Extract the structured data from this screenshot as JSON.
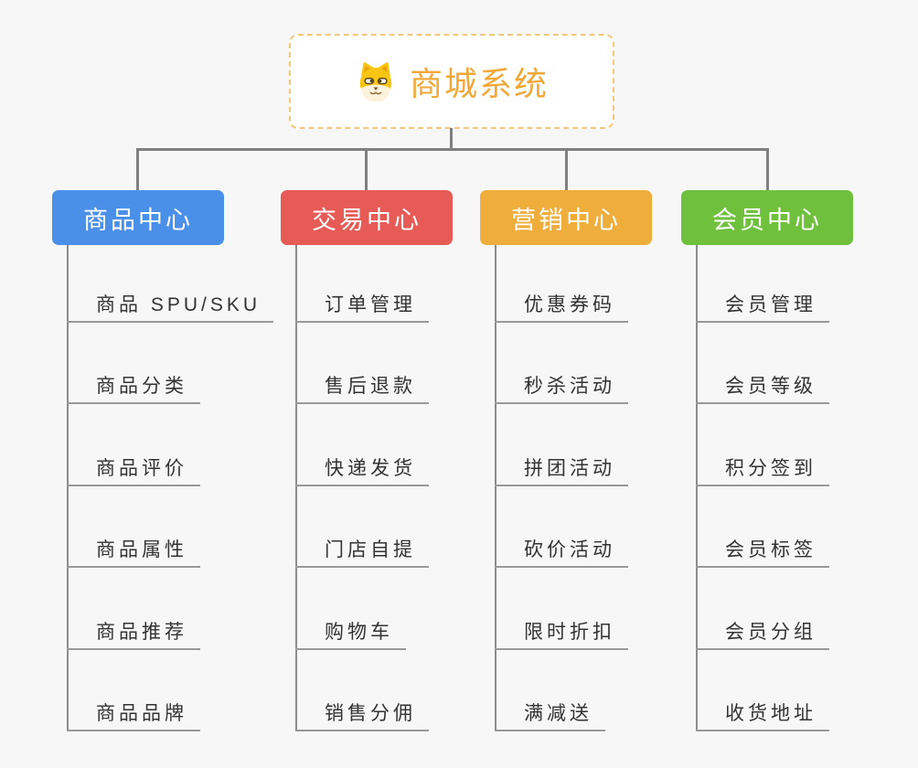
{
  "root": {
    "title": "商城系统",
    "icon": "dog-face-icon"
  },
  "branches": [
    {
      "label": "商品中心",
      "color": "#4A90E8",
      "items": [
        "商品 SPU/SKU",
        "商品分类",
        "商品评价",
        "商品属性",
        "商品推荐",
        "商品品牌"
      ]
    },
    {
      "label": "交易中心",
      "color": "#E75B56",
      "items": [
        "订单管理",
        "售后退款",
        "快递发货",
        "门店自提",
        "购物车",
        "销售分佣"
      ]
    },
    {
      "label": "营销中心",
      "color": "#EFAD3C",
      "items": [
        "优惠券码",
        "秒杀活动",
        "拼团活动",
        "砍价活动",
        "限时折扣",
        "满减送"
      ]
    },
    {
      "label": "会员中心",
      "color": "#6FC13D",
      "items": [
        "会员管理",
        "会员等级",
        "积分签到",
        "会员标签",
        "会员分组",
        "收货地址"
      ]
    }
  ],
  "colors": {
    "background": "#F7F7F7",
    "root_border": "#F5C77E",
    "root_text": "#F0A838",
    "connector": "#7F7F7F",
    "branch_line": "#8C8C8C",
    "leaf_underline": "#999999",
    "leaf_text": "#333333",
    "node_text": "#FFFFFF"
  }
}
